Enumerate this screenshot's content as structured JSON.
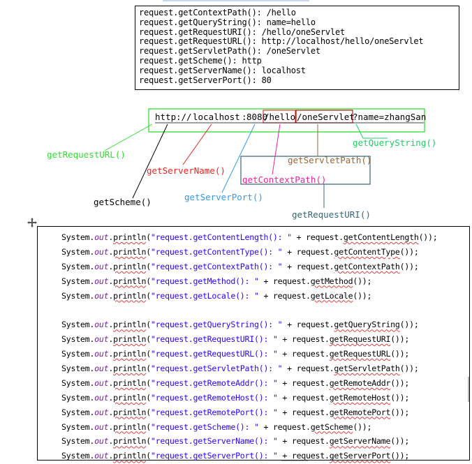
{
  "output_lines": [
    "request.getContextPath(): /hello",
    "request.getQueryString(): name=hello",
    "request.getRequestURI(): /hello/oneServlet",
    "request.getRequestURL(): http://localhost/hello/oneServlet",
    "request.getServletPath(): /oneServlet",
    "request.getScheme(): http",
    "request.getServerName(): localhost",
    "request.getServerPort(): 80"
  ],
  "url": {
    "scheme": "http",
    "sep": "://",
    "host": "localhost",
    "colon": ":",
    "port": "8080",
    "context": "/hello",
    "servlet": "/oneServlet",
    "query": "?name=zhangSan"
  },
  "labels": {
    "request_url": "getRequestURL()",
    "server_name": "getServerName()",
    "scheme": "getScheme()",
    "server_port": "getServerPort()",
    "servlet_path": "getServletPath()",
    "context_path": "getContextPath()",
    "request_uri": "getRequestURI()",
    "query_string": "getQueryString()"
  },
  "colors": {
    "green": "#33dd33",
    "red": "#ee2222",
    "blue": "#3399ee",
    "magenta": "#ee2299",
    "brown": "#996633",
    "teal": "#336677",
    "mint": "#22cc66",
    "dark_red": "#aa0000"
  },
  "code": {
    "prefix": "System.",
    "out": "out",
    "dot": ".",
    "println": "println",
    "lines": [
      {
        "label": "request.getContentLength(): ",
        "method": "getContentLength"
      },
      {
        "label": "request.getContentType(): ",
        "method": "getContentType"
      },
      {
        "label": "request.getContextPath(): ",
        "method": "getContextPath"
      },
      {
        "label": "request.getMethod(): ",
        "method": "getMethod"
      },
      {
        "label": "request.getLocale(): ",
        "method": "getLocale"
      },
      null,
      {
        "label": "request.getQueryString(): ",
        "method": "getQueryString"
      },
      {
        "label": "request.getRequestURI(): ",
        "method": "getRequestURI"
      },
      {
        "label": "request.getRequestURL(): ",
        "method": "getRequestURL"
      },
      {
        "label": "request.getServletPath(): ",
        "method": "getServletPath"
      },
      {
        "label": "request.getRemoteAddr(): ",
        "method": "getRemoteAddr"
      },
      {
        "label": "request.getRemoteHost(): ",
        "method": "getRemoteHost"
      },
      {
        "label": "request.getRemotePort(): ",
        "method": "getRemotePort"
      },
      {
        "label": "request.getScheme(): ",
        "method": "getScheme"
      },
      {
        "label": "request.getServerName(): ",
        "method": "getServerName"
      },
      {
        "label": "request.getServerPort(): ",
        "method": "getServerPort"
      }
    ]
  },
  "icons": {
    "move": "move-handle-icon"
  }
}
